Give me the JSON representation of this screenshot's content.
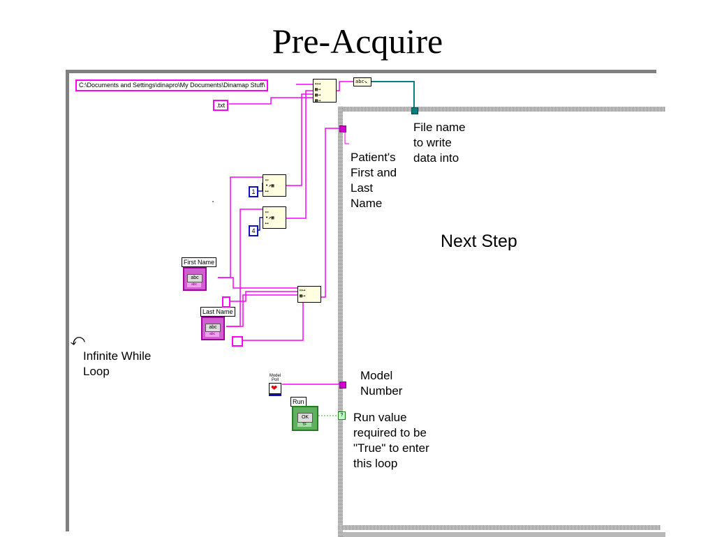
{
  "title": "Pre-Acquire",
  "constants": {
    "path": "C:\\Documents and Settings\\dinapro\\My Documents\\Dinamap Stuff\\",
    "extension": ".txt",
    "num1": "1",
    "num4": "4"
  },
  "controls": {
    "first_name_label": "First Name",
    "last_name_label": "Last Name",
    "run_label": "Run",
    "string_inner": "abc",
    "string_tag": "abc",
    "bool_inner": "OK",
    "bool_tag": "TF",
    "model_poll_label": "Model Poll"
  },
  "annotations": {
    "file_name": [
      "File name",
      "to write",
      "data into"
    ],
    "patient_name": [
      "Patient's",
      "First and",
      "Last",
      "Name"
    ],
    "next_step": "Next Step",
    "infinite_loop": [
      "Infinite While",
      "Loop"
    ],
    "model_number": [
      "Model",
      "Number"
    ],
    "run_value": [
      "Run value",
      "required to be",
      "\"True\" to enter",
      "this loop"
    ]
  },
  "colors": {
    "string_wire": "#ff00ff",
    "numeric_wire": "#1010c0",
    "path_wire": "#008080",
    "bool_wire": "#40a040"
  }
}
